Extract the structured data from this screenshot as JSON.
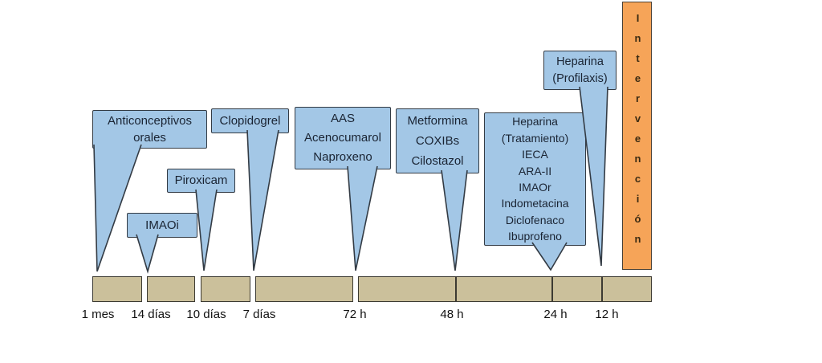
{
  "colors": {
    "callout_fill": "#A3C7E6",
    "callout_border": "#333B44",
    "timeline_fill": "#CBC09B",
    "timeline_border": "#3C3A32",
    "intervention_fill": "#F6A458",
    "intervention_border": "#4A4136",
    "text": "#1A2433"
  },
  "intervention": {
    "label": "Intervención"
  },
  "callouts": [
    {
      "id": "anticonceptivos",
      "lines": [
        "Anticonceptivos",
        "orales"
      ],
      "points_to": "1 mes"
    },
    {
      "id": "imaoi",
      "lines": [
        "IMAOi"
      ],
      "points_to": "14 días"
    },
    {
      "id": "piroxicam",
      "lines": [
        "Piroxicam"
      ],
      "points_to": "10 días"
    },
    {
      "id": "clopidogrel",
      "lines": [
        "Clopidogrel"
      ],
      "points_to": "7 días"
    },
    {
      "id": "aas",
      "lines": [
        "AAS",
        "Acenocumarol",
        "Naproxeno"
      ],
      "points_to": "72 h"
    },
    {
      "id": "metformina",
      "lines": [
        "Metformina",
        "COXIBs",
        "Cilostazol"
      ],
      "points_to": "48 h"
    },
    {
      "id": "heparina-tratamiento",
      "lines": [
        "Heparina",
        "(Tratamiento)",
        "IECA",
        "ARA-II",
        "IMAOr",
        "Indometacina",
        "Diclofenaco",
        "Ibuprofeno"
      ],
      "points_to": "24 h"
    },
    {
      "id": "heparina-profilaxis",
      "lines": [
        "Heparina",
        "(Profilaxis)"
      ],
      "points_to": "12 h"
    }
  ],
  "timeline": {
    "labels": [
      "1 mes",
      "14 días",
      "10 días",
      "7 días",
      "72 h",
      "48 h",
      "24 h",
      "12 h"
    ]
  }
}
